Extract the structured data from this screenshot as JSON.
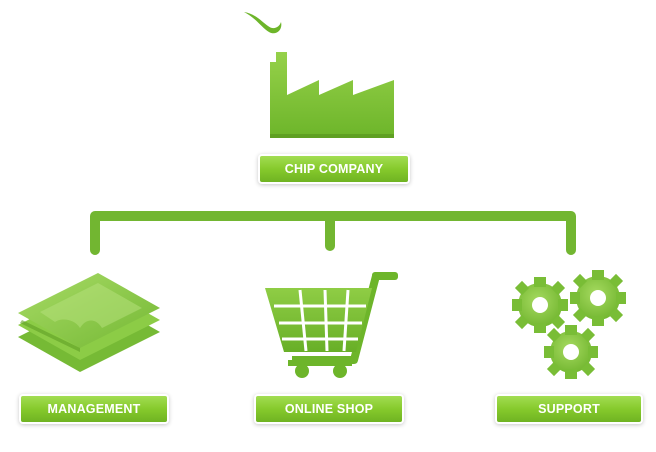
{
  "nodes": {
    "root": {
      "label": "CHIP COMPANY",
      "icon": "factory-icon"
    },
    "children": [
      {
        "label": "MANAGEMENT",
        "icon": "document-stack-icon"
      },
      {
        "label": "ONLINE SHOP",
        "icon": "shopping-cart-icon"
      },
      {
        "label": "SUPPORT",
        "icon": "gears-icon"
      }
    ]
  },
  "colors": {
    "primary_green": "#7dc241",
    "dark_green": "#5c9e1f",
    "light_green": "#a6d96a"
  }
}
